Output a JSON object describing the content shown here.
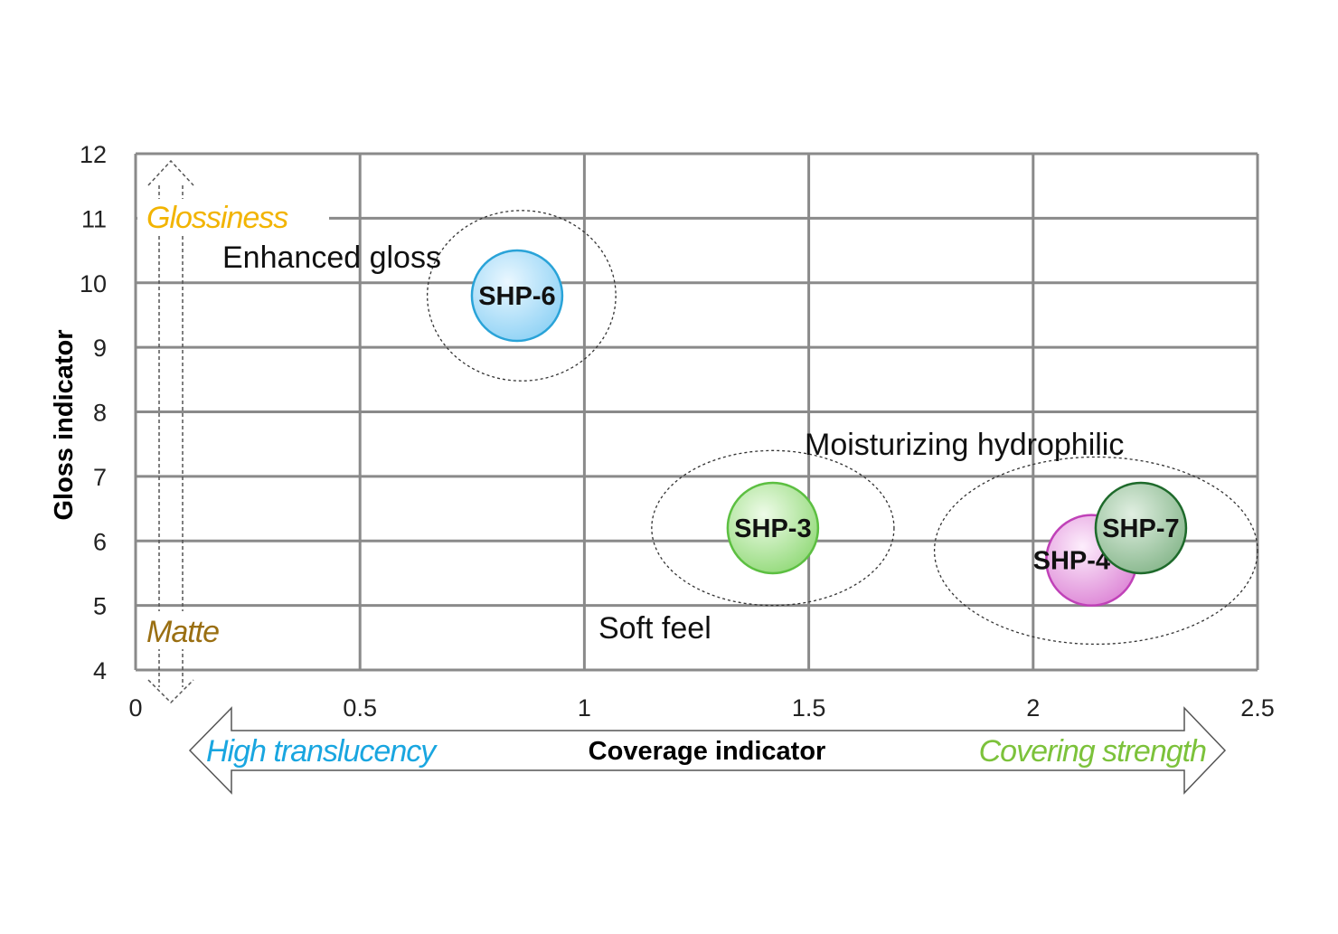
{
  "chart_data": {
    "type": "scatter",
    "title": "",
    "xlabel": "Coverage indicator",
    "ylabel": "Gloss indicator",
    "xlim": [
      0,
      2.5
    ],
    "ylim": [
      4,
      12
    ],
    "xticks": [
      0,
      0.5,
      1,
      1.5,
      2,
      2.5
    ],
    "xtick_labels": [
      "0",
      "0.5",
      "1",
      "1.5",
      "2",
      "2.5"
    ],
    "yticks": [
      4,
      5,
      6,
      7,
      8,
      9,
      10,
      11,
      12
    ],
    "ytick_labels": [
      "4",
      "5",
      "6",
      "7",
      "8",
      "9",
      "10",
      "11",
      "12"
    ],
    "grid": true,
    "points": [
      {
        "label": "SHP-6",
        "x": 0.85,
        "y": 9.8,
        "color": "#bfe6fb",
        "edge": "#29a3d8"
      },
      {
        "label": "SHP-3",
        "x": 1.42,
        "y": 6.2,
        "color": "#c4efb5",
        "edge": "#5cbf41"
      },
      {
        "label": "SHP-4",
        "x": 2.13,
        "y": 5.7,
        "color": "#f3c2ef",
        "edge": "#c042b8"
      },
      {
        "label": "SHP-7",
        "x": 2.24,
        "y": 6.2,
        "color": "#b5d7b8",
        "edge": "#1e6a2b"
      }
    ],
    "groups": [
      {
        "label": "Enhanced gloss",
        "cx": 0.86,
        "cy": 9.8,
        "rx": 0.21,
        "ry": 1.32
      },
      {
        "label": "Soft feel",
        "cx": 1.42,
        "cy": 6.2,
        "rx": 0.27,
        "ry": 1.2
      },
      {
        "label": "Moisturizing hydrophilic",
        "cx": 2.14,
        "cy": 5.85,
        "rx": 0.36,
        "ry": 1.45
      }
    ],
    "annotations": {
      "gloss_high": "Glossiness",
      "gloss_low": "Matte",
      "coverage_low": "High translucency",
      "coverage_high": "Covering strength"
    },
    "colors": {
      "glossiness": "#f2b400",
      "matte": "#9a6f12",
      "translucency": "#19a6e0",
      "covering": "#7cc23b",
      "grid": "#8a8a8a"
    }
  }
}
